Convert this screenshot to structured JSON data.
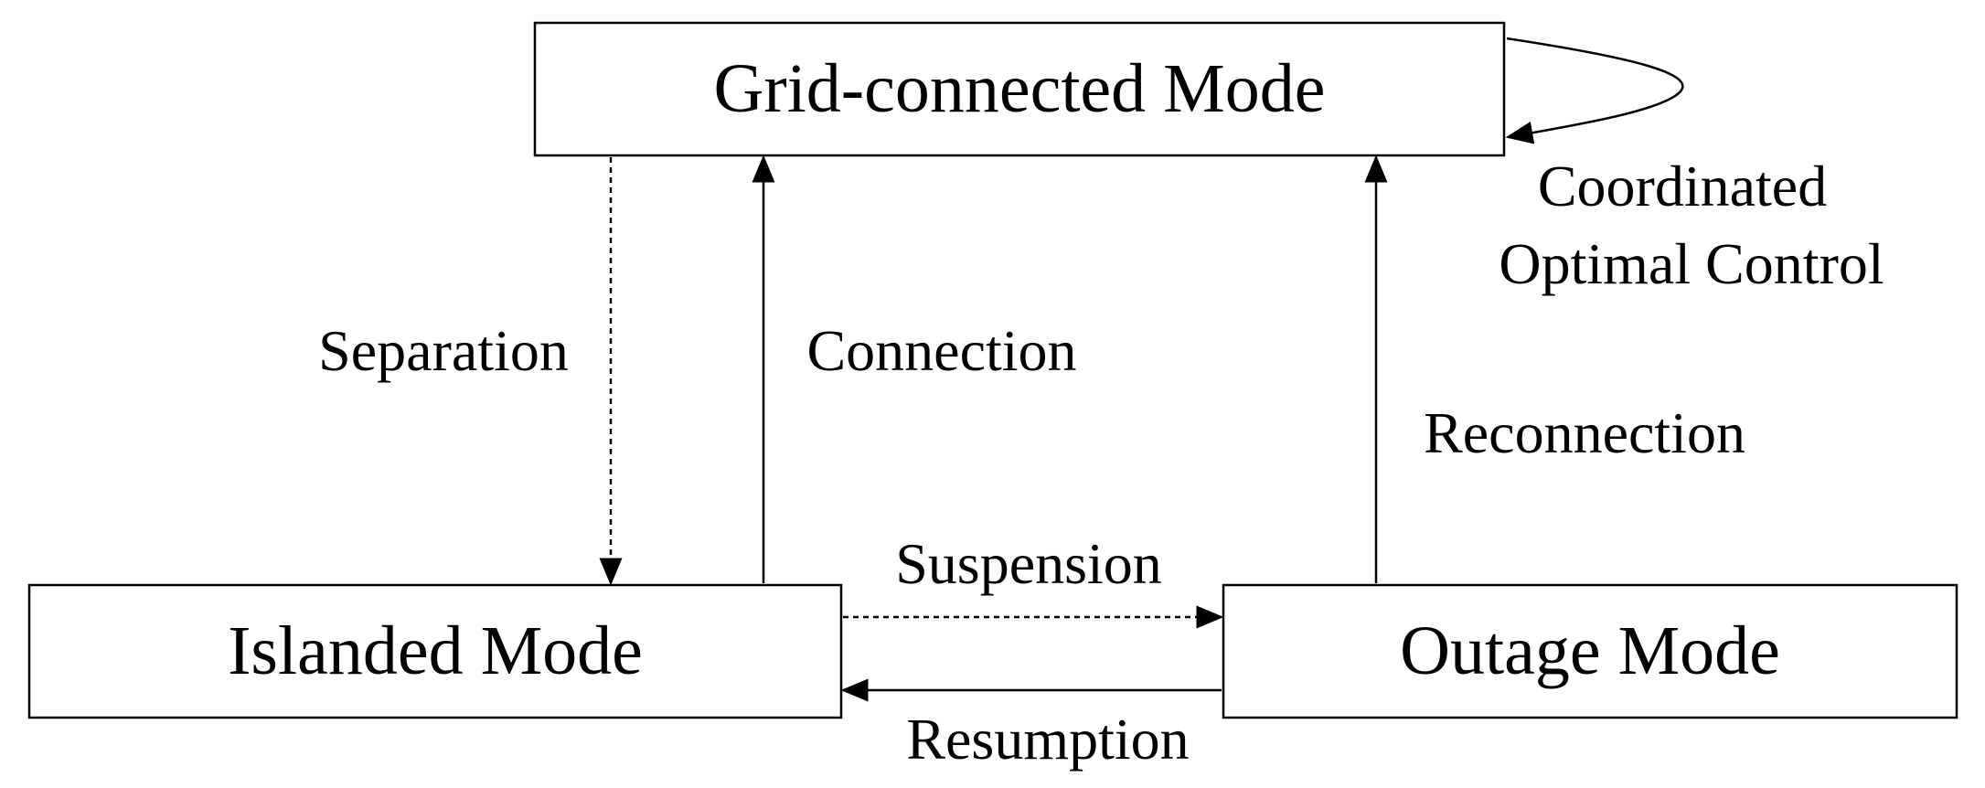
{
  "diagram": {
    "nodes": {
      "grid_connected": "Grid-connected Mode",
      "islanded": "Islanded Mode",
      "outage": "Outage Mode"
    },
    "edges": {
      "separation": "Separation",
      "connection": "Connection",
      "reconnection": "Reconnection",
      "suspension": "Suspension",
      "resumption": "Resumption",
      "self_loop_line1": "Coordinated",
      "self_loop_line2": "Optimal Control"
    }
  }
}
